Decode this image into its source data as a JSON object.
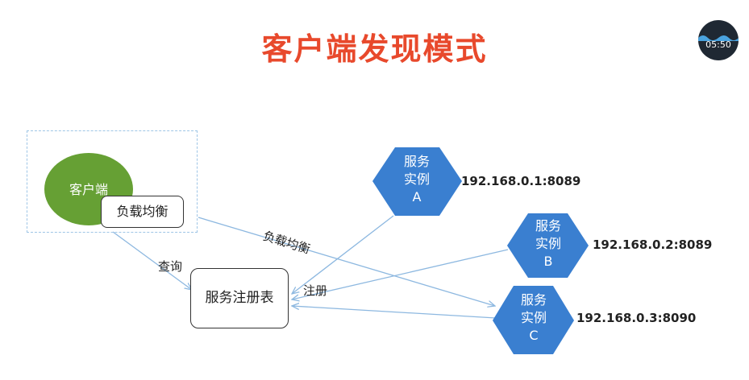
{
  "title": "客户端发现模式",
  "timer": "05:50",
  "colors": {
    "title": "#e8492c",
    "client": "#66a034",
    "service": "#3a7fd0",
    "arrow": "#8db8e0"
  },
  "client": {
    "label": "客户端",
    "load_balancer_label": "负载均衡"
  },
  "registry": {
    "label": "服务注册表"
  },
  "services": [
    {
      "line1": "服务",
      "line2": "实例",
      "letter": "A",
      "ip": "192.168.0.1:8089"
    },
    {
      "line1": "服务",
      "line2": "实例",
      "letter": "B",
      "ip": "192.168.0.2:8089"
    },
    {
      "line1": "服务",
      "line2": "实例",
      "letter": "C",
      "ip": "192.168.0.3:8090"
    }
  ],
  "edges": {
    "query": "查询",
    "load_balance": "负载均衡",
    "register": "注册"
  }
}
